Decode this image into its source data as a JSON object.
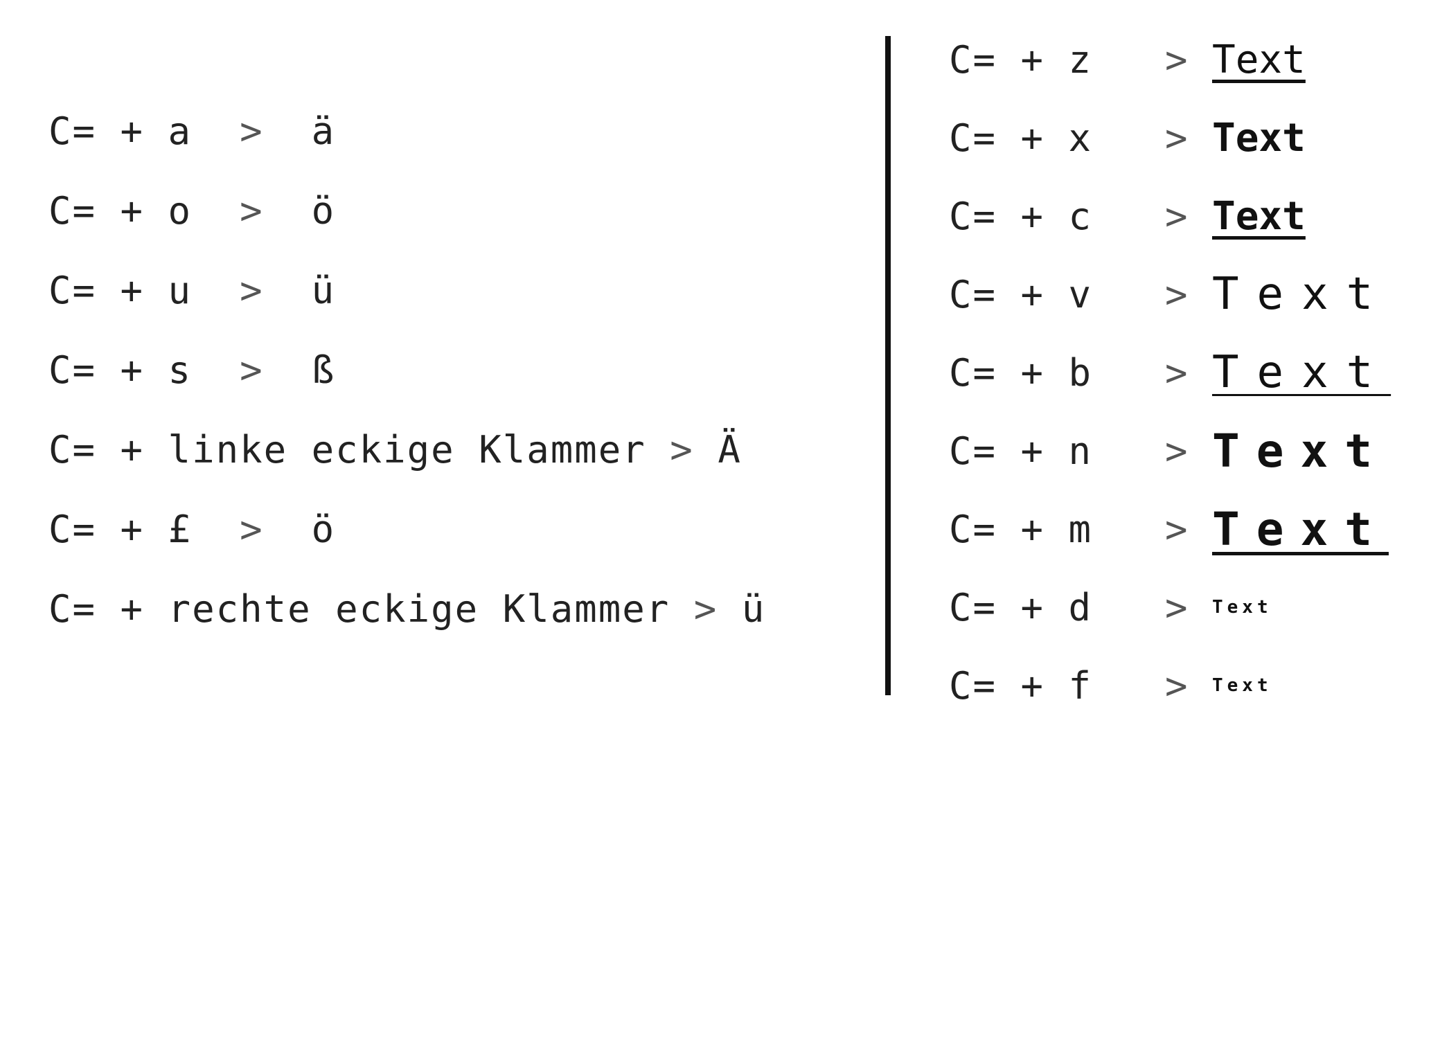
{
  "left_combos": [
    {
      "keys": "C= + a",
      "arrow": ">",
      "result": "ä"
    },
    {
      "keys": "C= + o",
      "arrow": ">",
      "result": "ö"
    },
    {
      "keys": "C= + u",
      "arrow": ">",
      "result": "ü"
    },
    {
      "keys": "C= + s",
      "arrow": ">",
      "result": "ß"
    },
    {
      "keys": "C= + linke eckige Klammer",
      "arrow": ">",
      "result": "Ä"
    },
    {
      "keys": "C= + £",
      "arrow": ">",
      "result": "ö"
    },
    {
      "keys": "C= + rechte eckige Klammer",
      "arrow": ">",
      "result": "ü"
    }
  ],
  "right_combos": [
    {
      "keys": "C= + z",
      "arrow": ">",
      "sample": "Text",
      "style": "underline"
    },
    {
      "keys": "C= + x",
      "arrow": ">",
      "sample": "Text",
      "style": "bold"
    },
    {
      "keys": "C= + c",
      "arrow": ">",
      "sample": "Text",
      "style": "bold underline"
    },
    {
      "keys": "C= + v",
      "arrow": ">",
      "sample": "Text",
      "style": "wide"
    },
    {
      "keys": "C= + b",
      "arrow": ">",
      "sample": "Text",
      "style": "wide underline"
    },
    {
      "keys": "C= + n",
      "arrow": ">",
      "sample": "Text",
      "style": "wide bold"
    },
    {
      "keys": "C= + m",
      "arrow": ">",
      "sample": "Text",
      "style": "wide bold underline"
    },
    {
      "keys": "C= + d",
      "arrow": ">",
      "sample": "Text",
      "style": "superscript small"
    },
    {
      "keys": "C= + f",
      "arrow": ">",
      "sample": "Text",
      "style": "subscript small"
    }
  ]
}
